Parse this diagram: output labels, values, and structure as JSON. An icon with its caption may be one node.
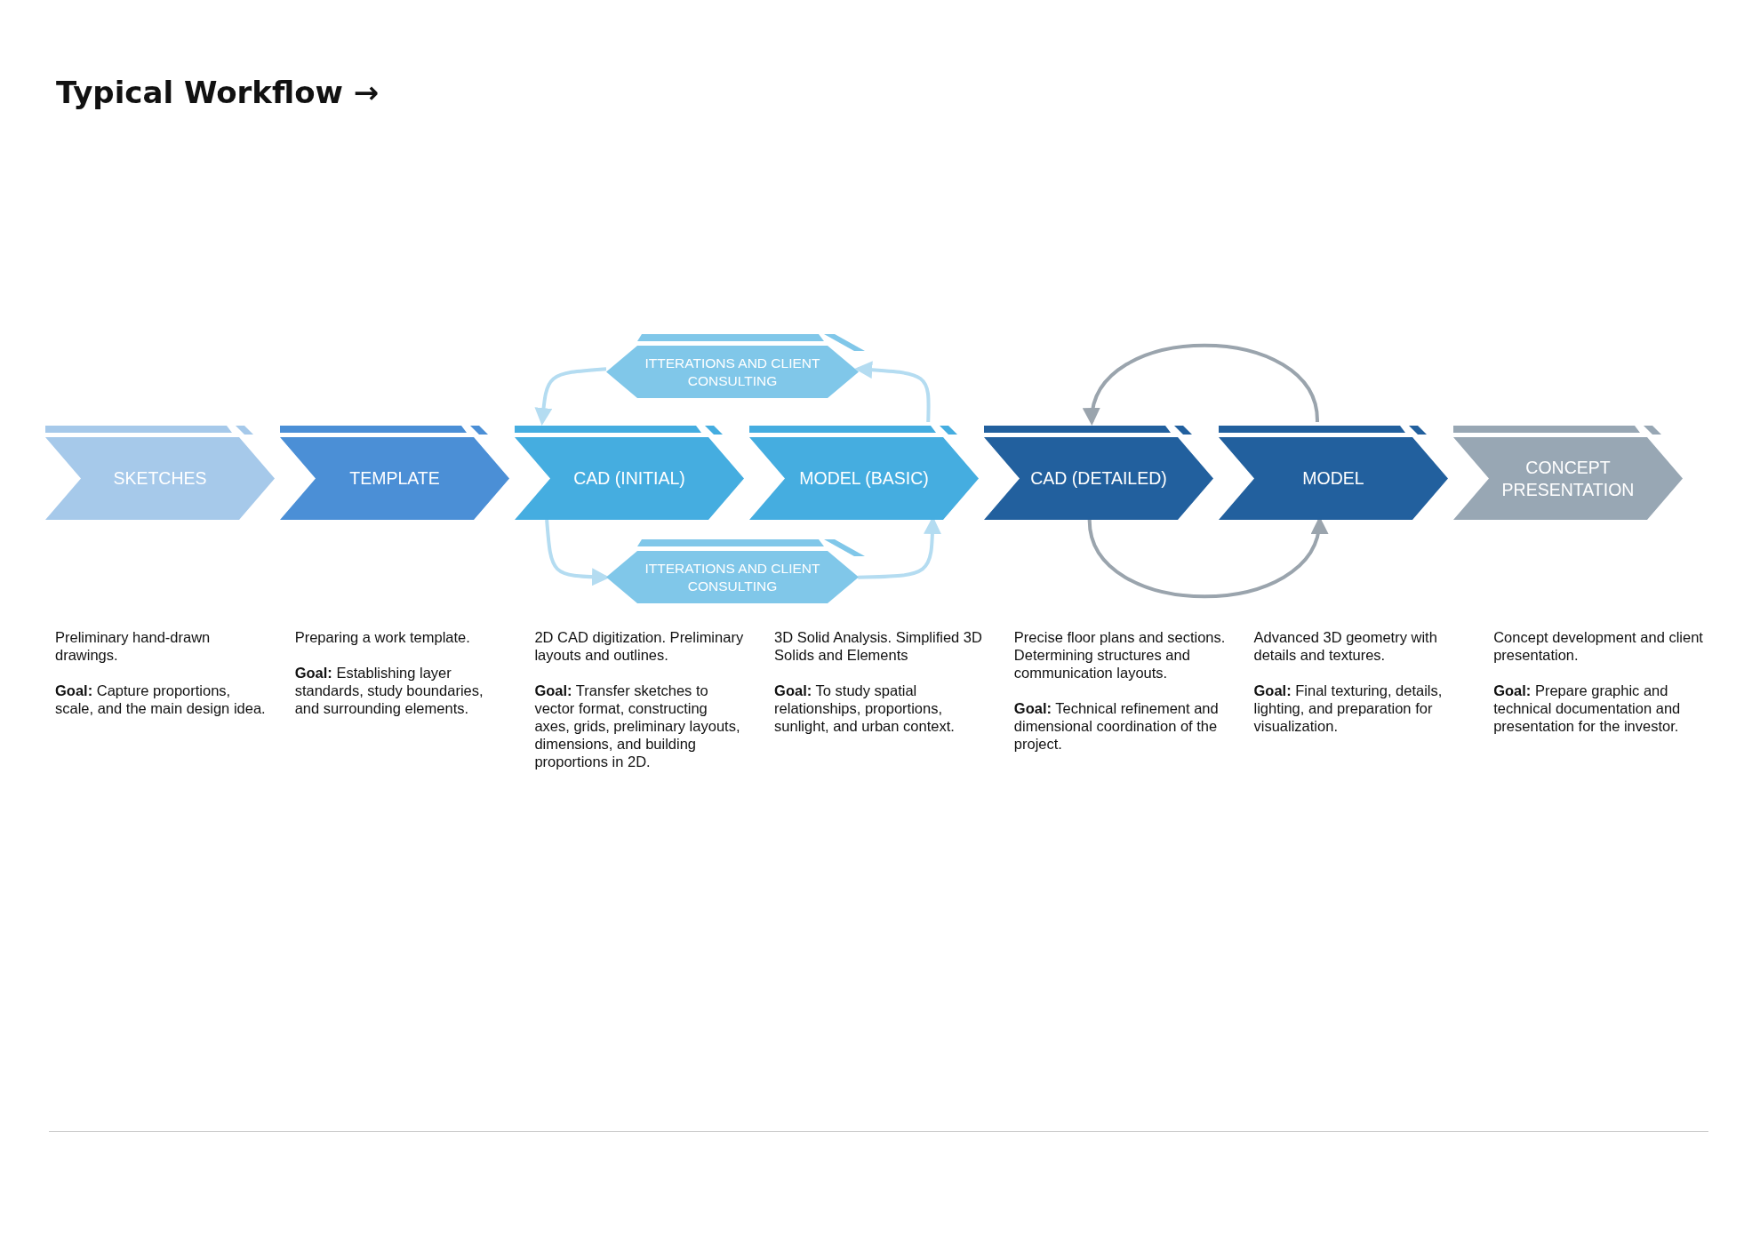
{
  "diagram": {
    "title": "Typical Workflow →",
    "nodes": [
      {
        "text": [
          "SKETCHES"
        ],
        "beside": [
          "Preliminary hand-drawn drawings.",
          "**Goal:** Capture proportions, scale, and the main design idea."
        ]
      },
      {
        "text": [
          "TEMPLATE"
        ],
        "beside": [
          "Preparing a work template.",
          "**Goal:** Establishing layer standards, study boundaries, and surrounding elements."
        ]
      },
      {
        "text": [
          "CAD (INITIAL)"
        ],
        "beside": [
          "2D CAD digitization. Preliminary layouts and outlines.",
          "**Goal:** Transfer sketches to vector format, constructing axes, grids, preliminary layouts, dimensions, and building proportions in 2D."
        ]
      },
      {
        "text": [
          "MODEL (BASIC)"
        ],
        "beside": [
          "3D Solid Analysis. Simplified 3D Solids and Elements",
          "**Goal:** To study spatial relationships, proportions, sunlight, and urban context."
        ]
      },
      {
        "text": [
          "CAD (DETAILED)"
        ],
        "beside": [
          "Precise floor plans and sections. Determining structures and communication layouts.",
          "**Goal:** Technical refinement and dimensional coordination of the project."
        ]
      },
      {
        "text": [
          "MODEL"
        ],
        "beside": [
          "Advanced 3D geometry with details and textures.",
          "**Goal:** Final texturing, details, lighting, and preparation for visualization."
        ]
      },
      {
        "text": [
          "CONCEPT PRESENTATION"
        ],
        "beside": [
          "Concept development and client presentation.",
          "**Goal:** Prepare graphic and technical documentation and presentation for the investor."
        ]
      },
      {
        "text": [
          "ITTERATIONS AND CLIENT CONSULTING"
        ]
      },
      {
        "text": [
          "ITTERATIONS AND CLIENT CONSULTING"
        ]
      }
    ],
    "edges": [
      {
        "from": 3,
        "to": 7,
        "arrow": "to"
      },
      {
        "from": 7,
        "to": 2,
        "arrow": "to"
      },
      {
        "from": 2,
        "to": 8,
        "arrow": "to"
      },
      {
        "from": 8,
        "to": 3,
        "arrow": "to"
      },
      {
        "from": 5,
        "to": 4,
        "arrow": "to",
        "color": "#9aa4ad"
      },
      {
        "from": 4,
        "to": 5,
        "arrow": "to",
        "color": "#9aa4ad"
      }
    ]
  }
}
